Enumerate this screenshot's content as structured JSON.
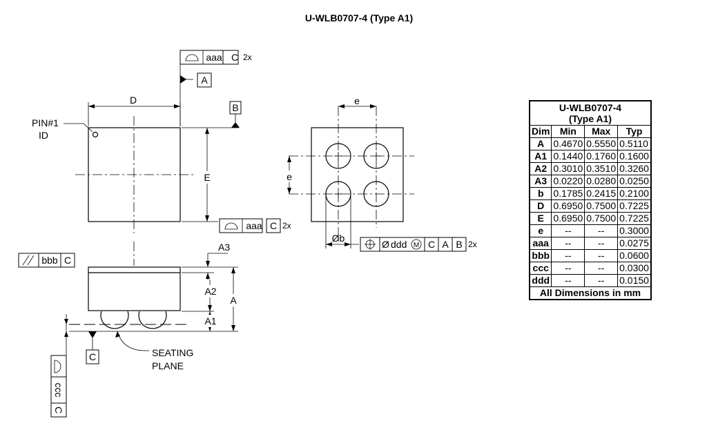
{
  "title": "U-WLB0707-4 (Type A1)",
  "labels": {
    "D": "D",
    "E": "E",
    "e_top": "e",
    "e_left": "e",
    "b": "Øb",
    "A": "A",
    "A1": "A1",
    "A2": "A2",
    "A3": "A3",
    "pin1_line1": "PIN#1",
    "pin1_line2": "ID",
    "seating_line1": "SEATING",
    "seating_line2": "PLANE",
    "datum_A": "A",
    "datum_B": "B",
    "datum_C": "C"
  },
  "fcf": {
    "top": {
      "tol": "aaa",
      "ref": "C",
      "mult": "2x"
    },
    "right": {
      "tol": "aaa",
      "ref": "C",
      "mult": "2x"
    },
    "parallel": {
      "tol": "bbb",
      "ref": "C"
    },
    "position": {
      "dia": "Ø",
      "tol": "ddd",
      "mod": "M",
      "refs": [
        "C",
        "A",
        "B"
      ],
      "mult": "2x"
    },
    "profile": {
      "tol": "ccc",
      "ref": "C"
    }
  },
  "table": {
    "title_line1": "U-WLB0707-4",
    "title_line2": "(Type A1)",
    "headers": [
      "Dim",
      "Min",
      "Max",
      "Typ"
    ],
    "rows": [
      [
        "A",
        "0.4670",
        "0.5550",
        "0.5110"
      ],
      [
        "A1",
        "0.1440",
        "0.1760",
        "0.1600"
      ],
      [
        "A2",
        "0.3010",
        "0.3510",
        "0.3260"
      ],
      [
        "A3",
        "0.0220",
        "0.0280",
        "0.0250"
      ],
      [
        "b",
        "0.1785",
        "0.2415",
        "0.2100"
      ],
      [
        "D",
        "0.6950",
        "0.7500",
        "0.7225"
      ],
      [
        "E",
        "0.6950",
        "0.7500",
        "0.7225"
      ],
      [
        "e",
        "--",
        "--",
        "0.3000"
      ],
      [
        "aaa",
        "--",
        "--",
        "0.0275"
      ],
      [
        "bbb",
        "--",
        "--",
        "0.0600"
      ],
      [
        "ccc",
        "--",
        "--",
        "0.0300"
      ],
      [
        "ddd",
        "--",
        "--",
        "0.0150"
      ]
    ],
    "footer": "All Dimensions in mm"
  }
}
